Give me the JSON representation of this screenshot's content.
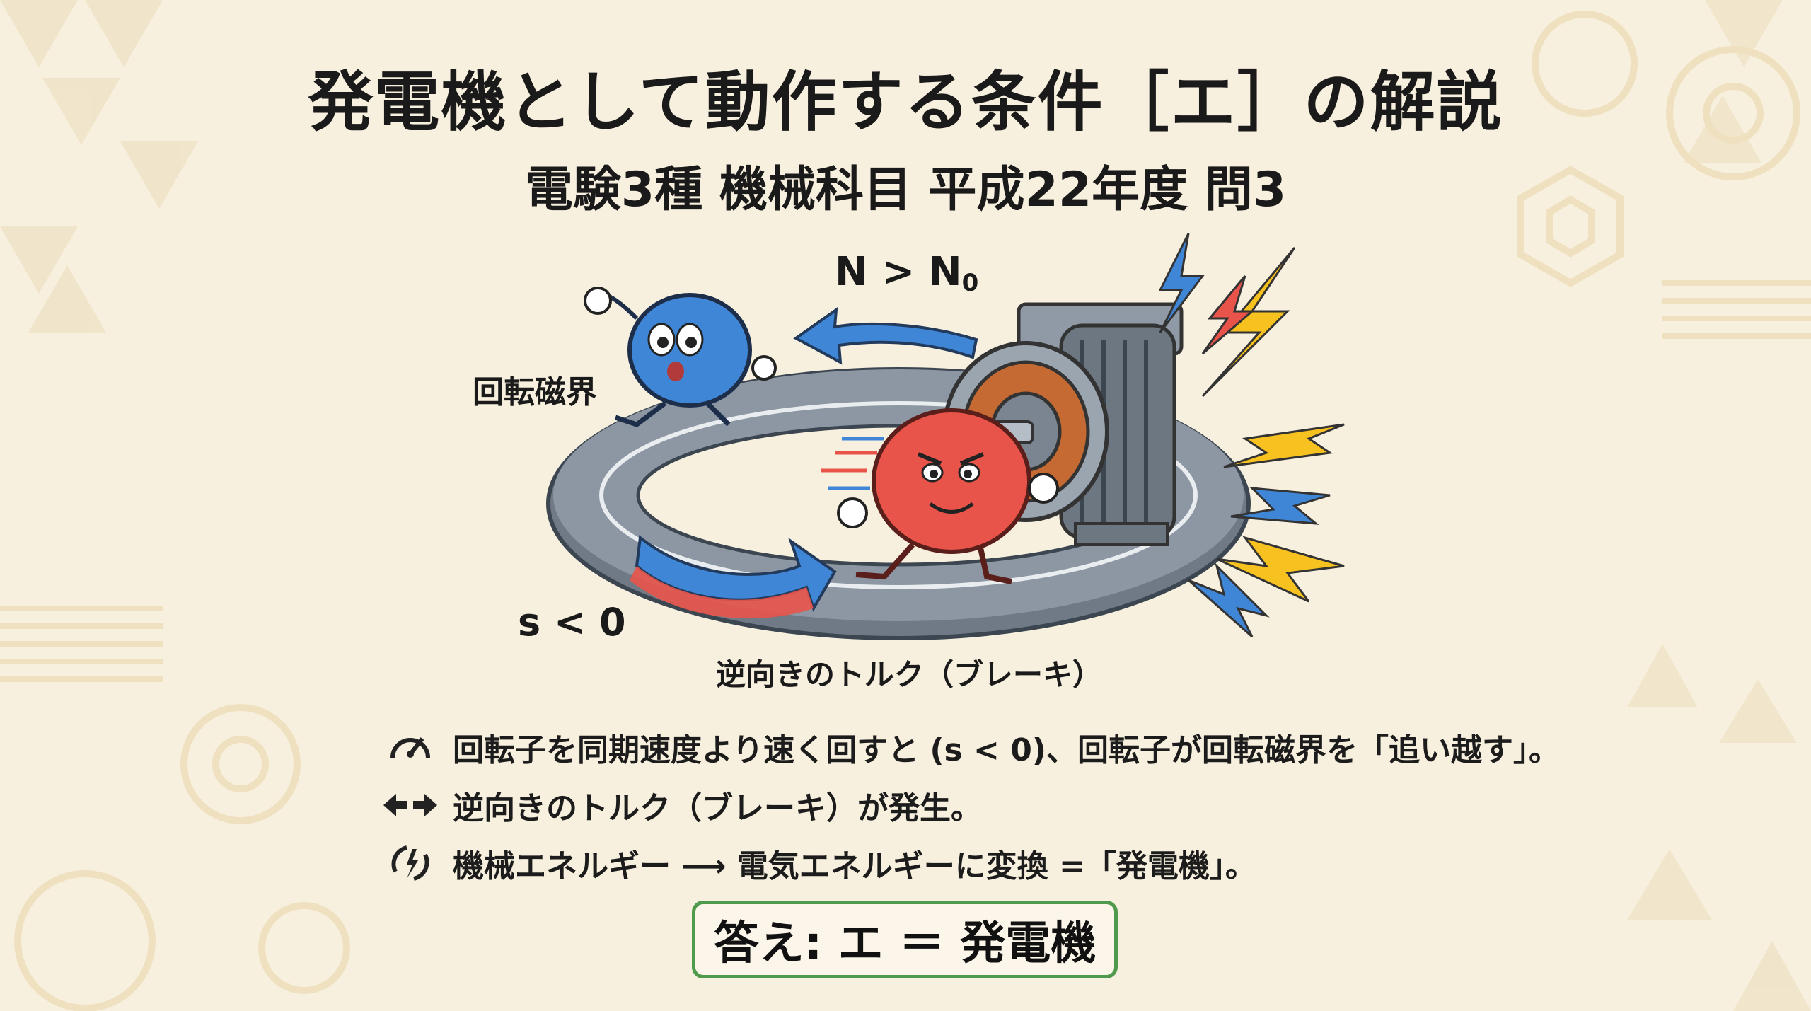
{
  "title": "発電機として動作する条件［エ］の解説",
  "subtitle": "電験3種 機械科目 平成22年度 問3",
  "diagram": {
    "speed_label": "N > N",
    "speed_sub": "0",
    "field_label": "回転磁界",
    "slip_label": "s < 0",
    "torque_label": "逆向きのトルク（ブレーキ）"
  },
  "bullets": [
    {
      "icon": "speedometer-icon",
      "text": "回転子を同期速度より速く回すと (s < 0)、回転子が回転磁界を「追い越す」。"
    },
    {
      "icon": "opposing-arrows-icon",
      "text": "逆向きのトルク（ブレーキ）が発生。"
    },
    {
      "icon": "energy-conversion-icon",
      "text": "機械エネルギー ⟶ 電気エネルギーに変換 =「発電機」。"
    }
  ],
  "answer": "答え: エ ＝ 発電機",
  "colors": {
    "background": "#f8f0de",
    "answer_border": "#4f9a4c",
    "field_blue": "#3f86d6",
    "rotor_red": "#e8544a",
    "lightning_yellow": "#f7c21f"
  }
}
